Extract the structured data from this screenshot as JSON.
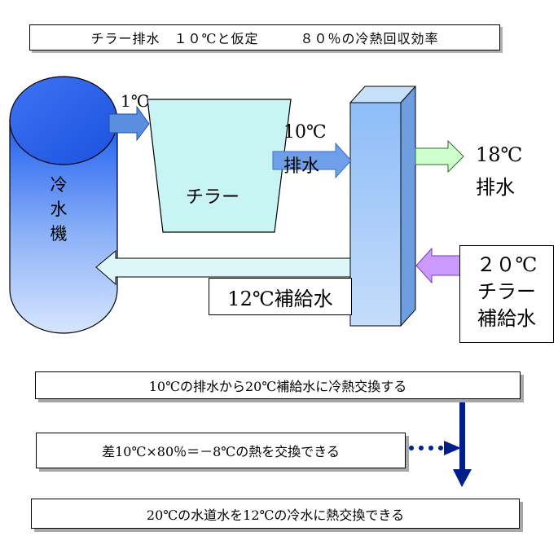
{
  "title": "チラー排水　１０℃と仮定　　　８０％の冷熱回収効率",
  "chiller_tank": {
    "label": "冷水機"
  },
  "chiller_unit": {
    "label": "チラー"
  },
  "flows": {
    "inlet_temp": "1℃",
    "drain_temp": "10℃",
    "drain_label": "排水",
    "out_temp": "18℃",
    "out_label": "排水",
    "return_label": "12℃補給水",
    "makeup_temp": "２０℃",
    "makeup_line1": "チラー",
    "makeup_line2": "補給水"
  },
  "statements": {
    "s1": "10℃の排水から20℃補給水に冷熱交換する",
    "s2": "差10℃×80％＝－8℃の熱を交換できる",
    "s3": "20℃の水道水を12℃の冷水に熱交換できる"
  },
  "colors": {
    "tank_top": "#1e5ff0",
    "tank_bottom": "#d6e6ff",
    "chiller_fill": "#c8f5f3",
    "exchanger_front": "#99c7ff",
    "blue_arrow": "#5a8fe0",
    "green_arrow": "#ccffcc",
    "purple_arrow": "#cc99ff",
    "light_arrow": "#ddf6f8",
    "navy": "#001f8c"
  }
}
